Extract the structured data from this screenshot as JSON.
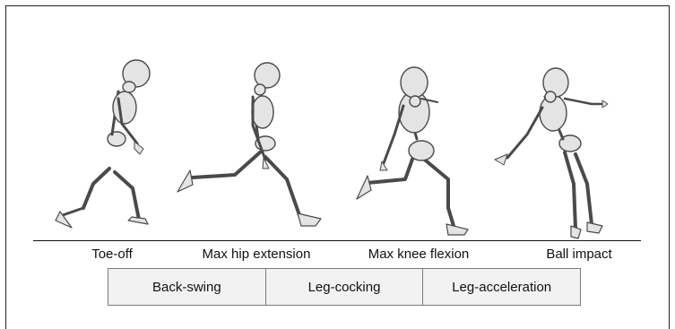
{
  "diagram": {
    "event_labels": [
      "Toe-off",
      "Max hip extension",
      "Max knee flexion",
      "Ball impact"
    ],
    "phase_labels": [
      "Back-swing",
      "Leg-cocking",
      "Leg-acceleration"
    ],
    "figure_icons": [
      "skeleton-figure",
      "skeleton-figure",
      "skeleton-figure",
      "skeleton-figure"
    ],
    "colors": {
      "bone_fill": "#e4e4e4",
      "bone_stroke": "#4a4a4a",
      "phase_box_fill": "#f2f2f2",
      "phase_box_border": "#7a7a7a",
      "frame_border": "#222222"
    }
  }
}
